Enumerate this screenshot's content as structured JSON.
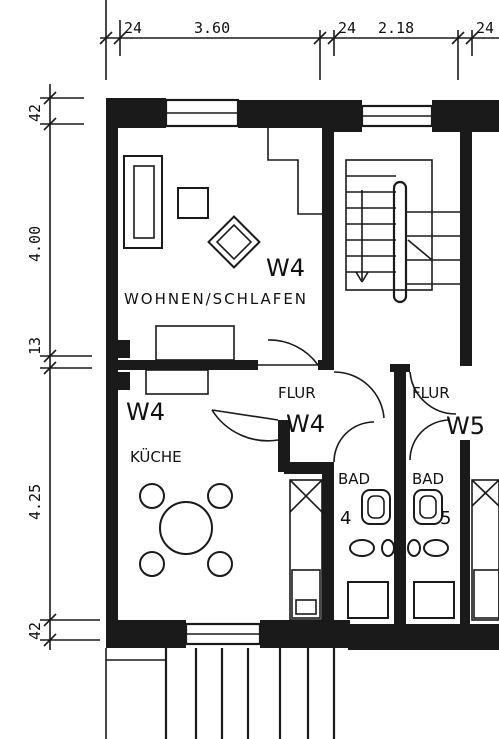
{
  "dimensions": {
    "top": [
      "24",
      "3.60",
      "24",
      "2.18",
      "24"
    ],
    "left": [
      "42",
      "4.00",
      "13",
      "4.25",
      "42"
    ]
  },
  "rooms": {
    "wohnen_unit": "W4",
    "wohnen_name": "WOHNEN/SCHLAFEN",
    "kueche_unit": "W4",
    "kueche_name": "KÜCHE",
    "flur4_name": "FLUR",
    "flur4_unit": "W4",
    "flur5_name": "FLUR",
    "flur5_unit": "W5",
    "bad4_name": "BAD",
    "bad4_num": "4",
    "bad5_name": "BAD",
    "bad5_num": "5"
  }
}
